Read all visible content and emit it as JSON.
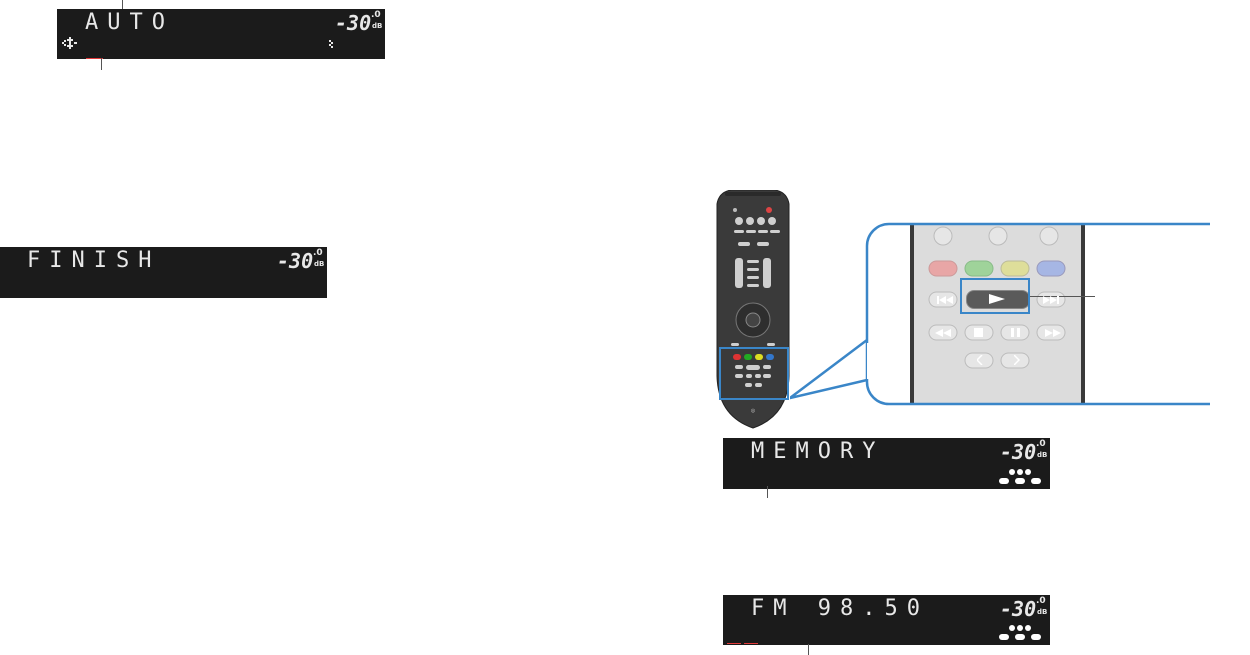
{
  "displays": {
    "auto": {
      "text": "AUTO",
      "volume": "-30",
      "volume_decimal": ".0",
      "unit": "dB"
    },
    "finish": {
      "text": "FINISH",
      "volume": "-30",
      "volume_decimal": ".0",
      "unit": "dB"
    },
    "memory": {
      "text": "MEMORY",
      "volume": "-30",
      "volume_decimal": ".0",
      "unit": "dB"
    },
    "fm": {
      "text": "FM 98.50",
      "volume": "-30",
      "volume_decimal": ".0",
      "unit": "dB"
    }
  },
  "colors": {
    "panel": "#1b1b1b",
    "highlight_blue": "#3a86c8",
    "red_button": "#e8a6a6",
    "green_button": "#9fd39a",
    "yellow_button": "#dede9a",
    "blue_button": "#a6b6e4"
  },
  "remote": {
    "icons": [
      "play-icon",
      "pause-icon",
      "stop-icon",
      "skip-back-icon",
      "skip-forward-icon",
      "rewind-icon",
      "fast-forward-icon",
      "left-arrow-icon",
      "right-arrow-icon"
    ]
  }
}
